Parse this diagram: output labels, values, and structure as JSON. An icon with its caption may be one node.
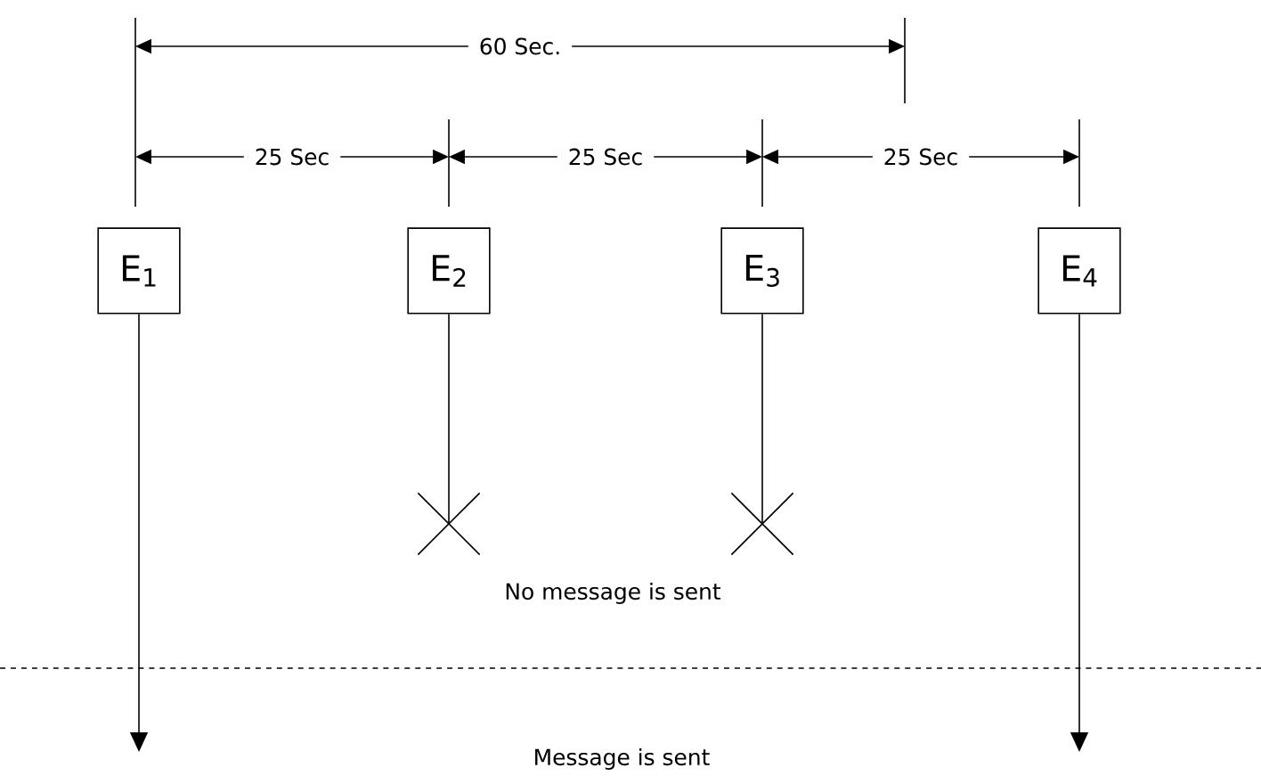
{
  "diagram": {
    "nodes": [
      {
        "text": [
          "E$_{1}$"
        ]
      },
      {
        "text": [
          "E$_{2}$"
        ]
      },
      {
        "text": [
          "E$_{3}$"
        ]
      },
      {
        "text": [
          "E$_{4}$"
        ]
      },
      {
        "text": [],
        "shape": "cross"
      },
      {
        "text": [],
        "shape": "cross"
      }
    ],
    "edges": [
      {
        "from": 0,
        "to": null,
        "arrow": "to"
      },
      {
        "from": 1,
        "to": 4,
        "arrow": "none"
      },
      {
        "from": 2,
        "to": 5,
        "arrow": "none"
      },
      {
        "from": 3,
        "to": null,
        "arrow": "to"
      }
    ],
    "labels": [
      "60 Sec.",
      "25 Sec",
      "25 Sec",
      "25 Sec",
      "No message is sent",
      "Message is sent"
    ]
  }
}
